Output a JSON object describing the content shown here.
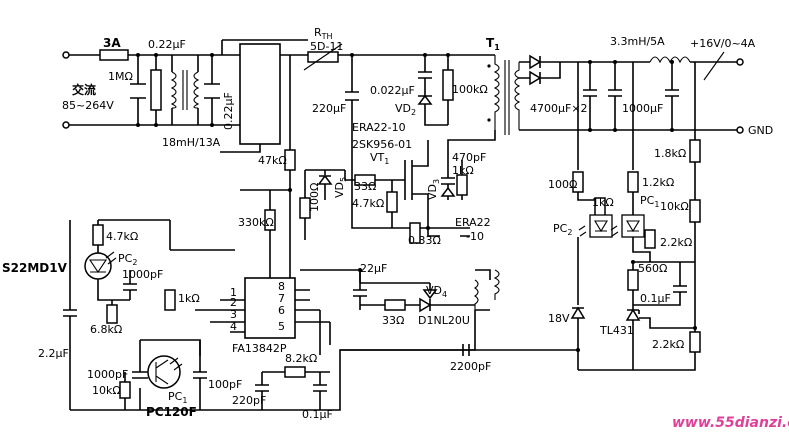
{
  "labels": {
    "fuse": "3A",
    "c_x1": "0.22μF",
    "r_1m": "1MΩ",
    "ac_in": "交流",
    "ac_range": "85~264V",
    "choke": "18mH/13A",
    "c_x2": "0.22μF",
    "rth": "R",
    "rth_sub": "TH",
    "rth_part": "5D-11",
    "t1": "T",
    "t1_sub": "1",
    "c_220u": "220μF",
    "c_0022": "0.022μF",
    "vd2": "VD",
    "vd2_sub": "2",
    "r_100k": "100kΩ",
    "era_top": "ERA22-10",
    "c_470p": "470pF",
    "r_1k_snub": "1kΩ",
    "vd3": "VD",
    "vd3_sub": "3",
    "era_bot": "ERA22",
    "era_bot2": "-10",
    "mosfet": "2SK956-01",
    "vt1": "VT",
    "vt1_sub": "1",
    "r_47k": "47kΩ",
    "r_100": "100Ω",
    "vd5": "VD",
    "vd5_sub": "5",
    "r_33_gate": "33Ω",
    "r_47k_gate": "4.7kΩ",
    "r_330k": "330kΩ",
    "r_033": "0.33Ω",
    "r_47k_pc": "4.7kΩ",
    "pc2": "PC",
    "pc2_sub": "2",
    "s22md1v": "S22MD1V",
    "c_1000p_a": "1000pF",
    "r_1k_ic": "1kΩ",
    "r_68k": "6.8kΩ",
    "c_22u": "2.2μF",
    "c_22u_vd4": "22μF",
    "vd4": "VD",
    "vd4_sub": "4",
    "r_33": "33Ω",
    "d1nl20u": "D1NL20U",
    "ic": "FA13842P",
    "pin1": "1",
    "pin2": "2",
    "pin3": "3",
    "pin4": "4",
    "pin5": "5",
    "pin6": "6",
    "pin7": "7",
    "pin8": "8",
    "r_82k": "8.2kΩ",
    "c_1000p_b": "1000pF",
    "r_10k_pc": "10kΩ",
    "pc1": "PC",
    "pc1_sub": "1",
    "c_100p": "100pF",
    "c_220p": "220pF",
    "c_01u_ic": "0.1μF",
    "pc120f": "PC120F",
    "c_2200p": "2200pF",
    "c_4700u": "4700μF×2",
    "inductor_out": "3.3mH/5A",
    "c_1000u": "1000μF",
    "out_voltage": "+16V/0~4A",
    "gnd": "GND",
    "r_100_sec": "100Ω",
    "r_12k": "1.2kΩ",
    "r_18k": "1.8kΩ",
    "r_1k_sec": "1kΩ",
    "pc2_sec": "PC",
    "pc2_sec_sub": "2",
    "pc1_sec": "PC",
    "pc1_sec_sub": "1",
    "r_10k_sec": "10kΩ",
    "r_22k_a": "2.2kΩ",
    "r_560": "560Ω",
    "c_01u_sec": "0.1μF",
    "z18v": "18V",
    "tl431": "TL431",
    "r_22k_b": "2.2kΩ",
    "watermark": "www.55dianzi.com"
  }
}
